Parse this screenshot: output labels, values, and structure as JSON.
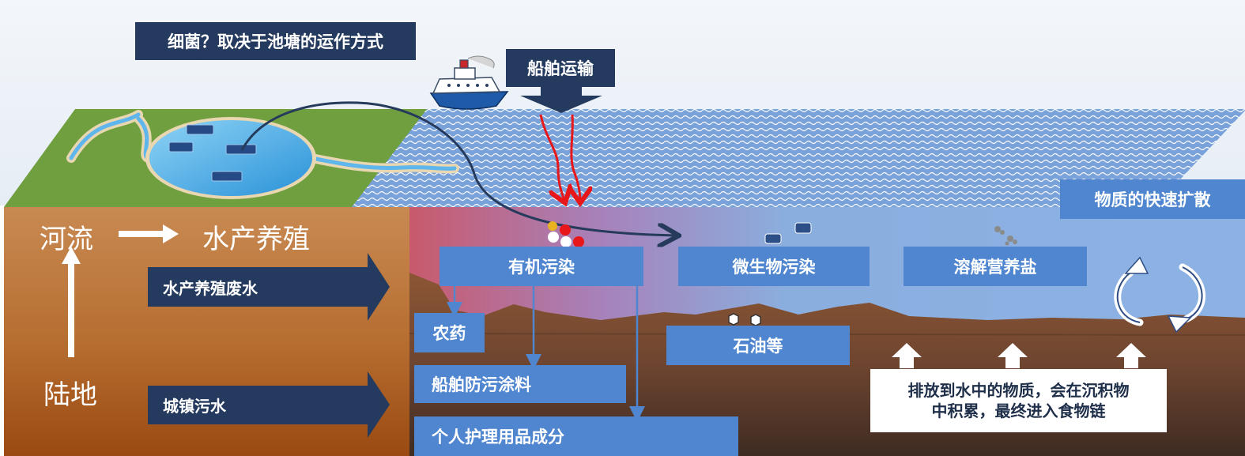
{
  "title": "细菌？取决于池塘的运作方式",
  "shipping_label": "船舶运输",
  "land_panel": {
    "river": "河流",
    "aquaculture": "水产养殖",
    "land": "陆地",
    "aquaculture_wastewater": "水产养殖废水",
    "urban_sewage": "城镇污水"
  },
  "pollution": {
    "organic": "有机污染",
    "microbial": "微生物污染",
    "nutrients": "溶解营养盐",
    "pesticides": "农药",
    "antifouling": "船舶防污涂料",
    "personal_care": "个人护理用品成分",
    "petroleum": "石油等"
  },
  "spread_label": "物质的快速扩散",
  "accumulation_note": {
    "line1": "排放到水中的物质，会在沉积物",
    "line2": "中积累，最终进入食物链"
  },
  "colors": {
    "navy": "#243a5e",
    "box_blue": "#4f86cf",
    "soil_brown": "#b86a2c",
    "arrow_red": "#e8181a",
    "water_blue": "#8fb3e3"
  }
}
